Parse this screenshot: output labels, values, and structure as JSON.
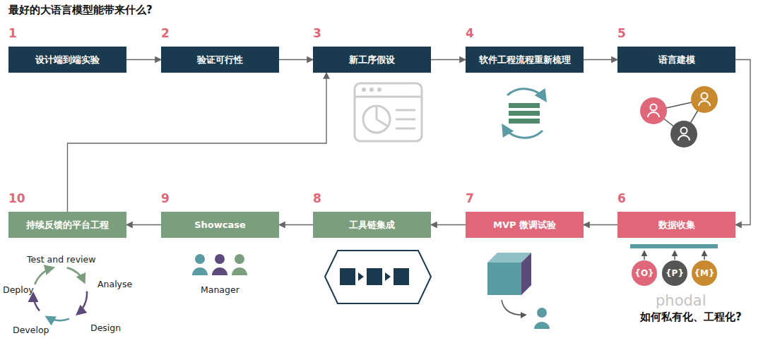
{
  "diagram": {
    "title": "最好的大语言模型能带来什么?",
    "nodes": [
      {
        "text": [
          "1",
          "设计端到端实验"
        ]
      },
      {
        "text": [
          "2",
          "验证可行性"
        ]
      },
      {
        "text": [
          "3",
          "新工序假设"
        ]
      },
      {
        "text": [
          "4",
          "软件工程流程重新梳理"
        ]
      },
      {
        "text": [
          "5",
          "语言建模"
        ]
      },
      {
        "text": [
          "6",
          "数据收集"
        ]
      },
      {
        "text": [
          "7",
          "MVP 微调试验"
        ]
      },
      {
        "text": [
          "8",
          "工具链集成"
        ]
      },
      {
        "text": [
          "9",
          "Showcase"
        ]
      },
      {
        "text": [
          "10",
          "持续反馈的平台工程"
        ]
      },
      {
        "text": [
          "{O}"
        ]
      },
      {
        "text": [
          "{P}"
        ]
      },
      {
        "text": [
          "{M}"
        ]
      }
    ],
    "edges": [
      {
        "from": 0,
        "to": 1,
        "arrow": "to"
      },
      {
        "from": 1,
        "to": 2,
        "arrow": "to"
      },
      {
        "from": 2,
        "to": 3,
        "arrow": "to"
      },
      {
        "from": 3,
        "to": 4,
        "arrow": "to"
      },
      {
        "from": 4,
        "to": 5,
        "arrow": "to"
      },
      {
        "from": 5,
        "to": 6,
        "arrow": "to"
      },
      {
        "from": 6,
        "to": 7,
        "arrow": "to"
      },
      {
        "from": 7,
        "to": 8,
        "arrow": "to"
      },
      {
        "from": 8,
        "to": 9,
        "arrow": "to"
      },
      {
        "from": 9,
        "to": 2,
        "arrow": "to"
      }
    ],
    "labels": [
      "Test and review",
      "Analyse",
      "Design",
      "Develop",
      "Deploy",
      "Manager",
      "phodal",
      "如何私有化、工程化?"
    ]
  }
}
